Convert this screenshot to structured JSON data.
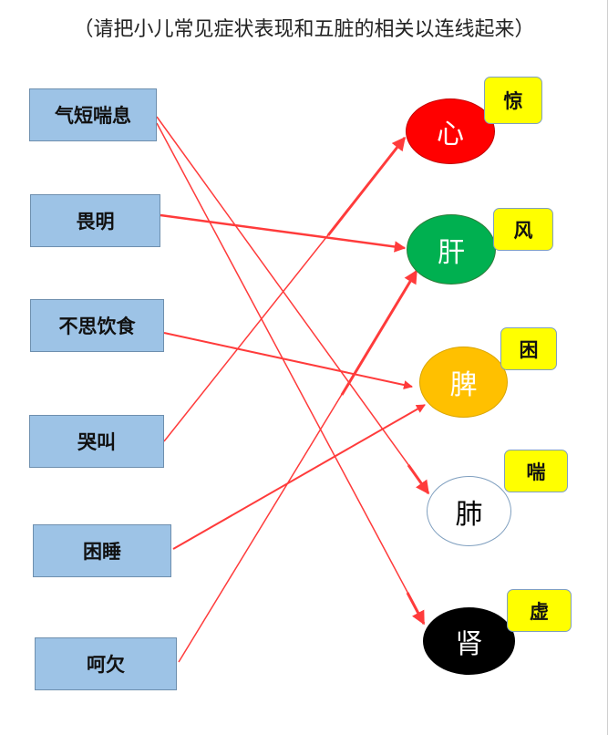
{
  "title": "（请把小儿常见症状表现和五脏的相关以连线起来）",
  "symptoms": [
    {
      "label": "气短喘息"
    },
    {
      "label": "畏明"
    },
    {
      "label": "不思饮食"
    },
    {
      "label": "哭叫"
    },
    {
      "label": "困睡"
    },
    {
      "label": "呵欠"
    }
  ],
  "organs": [
    {
      "label": "心",
      "color": "#ff0000",
      "text_color": "#ffffff",
      "tag": "惊"
    },
    {
      "label": "肝",
      "color": "#00b050",
      "text_color": "#ffffff",
      "tag": "风"
    },
    {
      "label": "脾",
      "color": "#ffc000",
      "text_color": "#ffffff",
      "tag": "困"
    },
    {
      "label": "肺",
      "color": "#ffffff",
      "text_color": "#000000",
      "tag": "喘"
    },
    {
      "label": "肾",
      "color": "#000000",
      "text_color": "#ffffff",
      "tag": "虚"
    }
  ],
  "connections": [
    {
      "from": "气短喘息",
      "to": "肺",
      "arrow": true
    },
    {
      "from": "气短喘息",
      "to": "肾",
      "arrow": true
    },
    {
      "from": "畏明",
      "to": "肝",
      "arrow": true
    },
    {
      "from": "不思饮食",
      "to": "脾",
      "arrow": true
    },
    {
      "from": "哭叫",
      "to": "心",
      "arrow": true
    },
    {
      "from": "困睡",
      "to": "脾",
      "arrow": true
    },
    {
      "from": "呵欠",
      "to": "肝",
      "arrow": true
    }
  ],
  "line_color": "#ff3b3b"
}
